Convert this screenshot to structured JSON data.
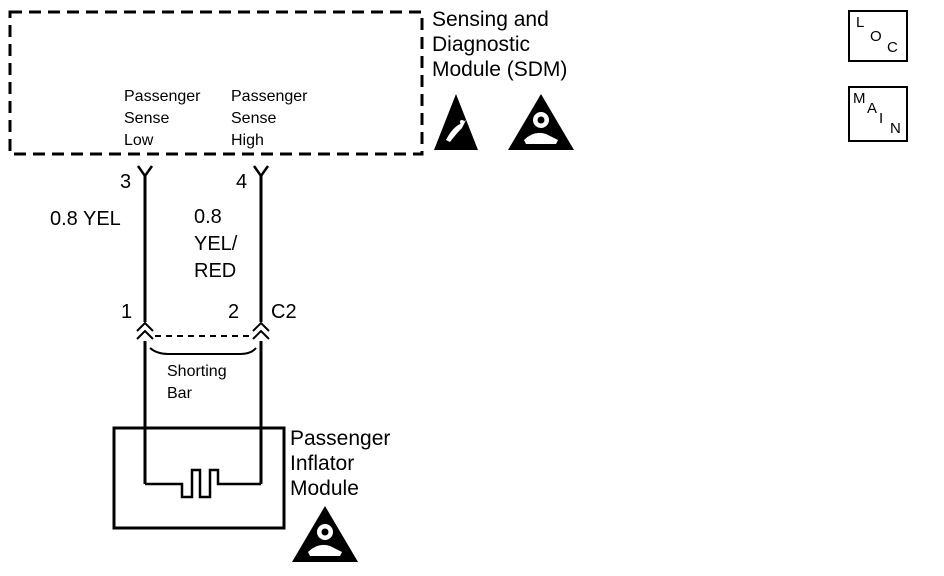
{
  "sdm": {
    "name_lines": [
      "Sensing and",
      "Diagnostic",
      "Module (SDM)"
    ],
    "pin_left_label_lines": [
      "Passenger",
      "Sense",
      "Low"
    ],
    "pin_right_label_lines": [
      "Passenger",
      "Sense",
      "High"
    ],
    "pin_left_number": "3",
    "pin_right_number": "4"
  },
  "wires": {
    "left_label": "0.8 YEL",
    "right_label_lines": [
      "0.8",
      "YEL/",
      "RED"
    ]
  },
  "connector": {
    "name": "C2",
    "pin_left_number": "1",
    "pin_right_number": "2",
    "shorting_bar_lines": [
      "Shorting",
      "Bar"
    ]
  },
  "inflator": {
    "name_lines": [
      "Passenger",
      "Inflator",
      "Module"
    ]
  },
  "nav": {
    "loc": {
      "letters": [
        "L",
        "O",
        "C"
      ]
    },
    "main": {
      "letters": [
        "M",
        "A",
        "I",
        "N"
      ]
    }
  },
  "icons": {
    "esd": "esd-warning-icon",
    "airbag": "airbag-warning-icon"
  }
}
